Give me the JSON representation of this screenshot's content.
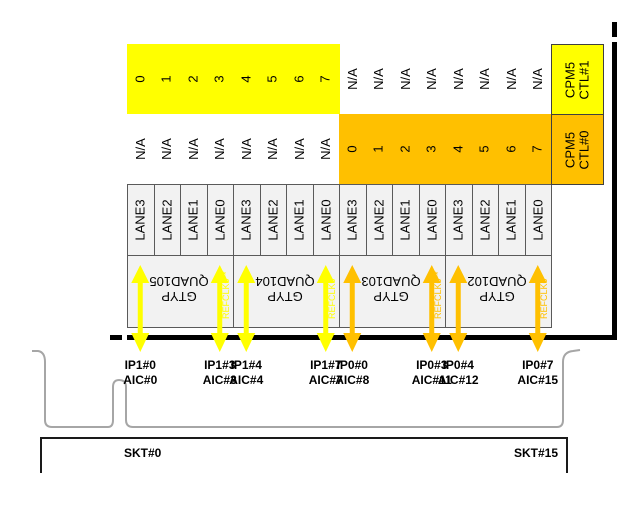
{
  "colors": {
    "ip1_yellow": "#ffff00",
    "ip0_orange": "#ffc000",
    "cell_gray": "#f2f2f2",
    "outline_gray": "#a6a6a6"
  },
  "top_rows": {
    "row_ctl1": [
      "0",
      "1",
      "2",
      "3",
      "4",
      "5",
      "6",
      "7",
      "N/A",
      "N/A",
      "N/A",
      "N/A",
      "N/A",
      "N/A",
      "N/A",
      "N/A"
    ],
    "row_ctl0": [
      "N/A",
      "N/A",
      "N/A",
      "N/A",
      "N/A",
      "N/A",
      "N/A",
      "N/A",
      "0",
      "1",
      "2",
      "3",
      "4",
      "5",
      "6",
      "7"
    ]
  },
  "controllers": {
    "ctl1": {
      "line1": "CPM5",
      "line2": "CTL#1"
    },
    "ctl0": {
      "line1": "CPM5",
      "line2": "CTL#0"
    }
  },
  "lanes": [
    "LANE3",
    "LANE2",
    "LANE1",
    "LANE0",
    "LANE3",
    "LANE2",
    "LANE1",
    "LANE0",
    "LANE3",
    "LANE2",
    "LANE1",
    "LANE0",
    "LANE3",
    "LANE2",
    "LANE1",
    "LANE0"
  ],
  "quads": [
    {
      "line1": "GTYP",
      "line2": "QUAD105",
      "refclk": "REFCLK0**",
      "color": "yellow"
    },
    {
      "line1": "GTYP",
      "line2": "QUAD104",
      "refclk": "REFCLK0",
      "color": "yellow"
    },
    {
      "line1": "GTYP",
      "line2": "QUAD103",
      "refclk": "REFCLK0**",
      "color": "orange"
    },
    {
      "line1": "GTYP",
      "line2": "QUAD102",
      "refclk": "REFCLK0",
      "color": "orange"
    }
  ],
  "links": [
    {
      "column": 0,
      "ip": "IP1#0",
      "aic": "AIC#0",
      "color": "yellow"
    },
    {
      "column": 3,
      "ip": "IP1#3",
      "aic": "AIC#3",
      "color": "yellow"
    },
    {
      "column": 4,
      "ip": "IP1#4",
      "aic": "AIC#4",
      "color": "yellow"
    },
    {
      "column": 7,
      "ip": "IP1#7",
      "aic": "AIC#7",
      "color": "yellow"
    },
    {
      "column": 8,
      "ip": "IP0#0",
      "aic": "AIC#8",
      "color": "orange"
    },
    {
      "column": 11,
      "ip": "IP0#3",
      "aic": "AIC#11",
      "color": "orange"
    },
    {
      "column": 12,
      "ip": "IP0#4",
      "aic": "AIC#12",
      "color": "orange"
    },
    {
      "column": 15,
      "ip": "IP0#7",
      "aic": "AIC#15",
      "color": "orange"
    }
  ],
  "sockets": {
    "first": "SKT#0",
    "last": "SKT#15"
  }
}
